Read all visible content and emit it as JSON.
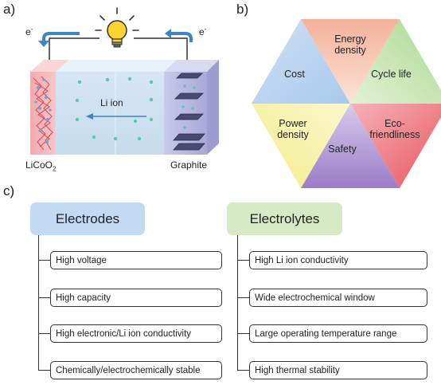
{
  "panel_a": {
    "label": "a)",
    "electron_left": "e",
    "electron_right": "e",
    "electron_sup": "-",
    "ion_label": "Li ion",
    "cathode_label": "LiCoO",
    "cathode_sub": "2",
    "anode_label": "Graphite",
    "bulb_icon": "light-bulb-icon"
  },
  "panel_b": {
    "label": "b)",
    "segments": [
      {
        "name": "Cost",
        "color": "#b8d3ee"
      },
      {
        "name": "Energy density",
        "line1": "Energy",
        "line2": "density",
        "color": "#f6c5ae"
      },
      {
        "name": "Cycle life",
        "color": "#c7e6b2"
      },
      {
        "name": "Eco-friendliness",
        "line1": "Eco-",
        "line2": "friendliness",
        "color": "#ee8a8f"
      },
      {
        "name": "Safety",
        "color": "#b9a3d8"
      },
      {
        "name": "Power density",
        "line1": "Power",
        "line2": "density",
        "color": "#f6f0a9"
      }
    ]
  },
  "panel_c": {
    "label": "c)",
    "electrodes": {
      "title": "Electrodes",
      "color": "#c3dbf2",
      "items": [
        "High voltage",
        "High capacity",
        "High electronic/Li ion conductivity",
        "Chemically/electrochemically stable"
      ]
    },
    "electrolytes": {
      "title": "Electrolytes",
      "color": "#d5eac5",
      "items": [
        "High Li ion conductivity",
        "Wide electrochemical window",
        "Large operating temperature range",
        "High thermal stability"
      ]
    }
  }
}
